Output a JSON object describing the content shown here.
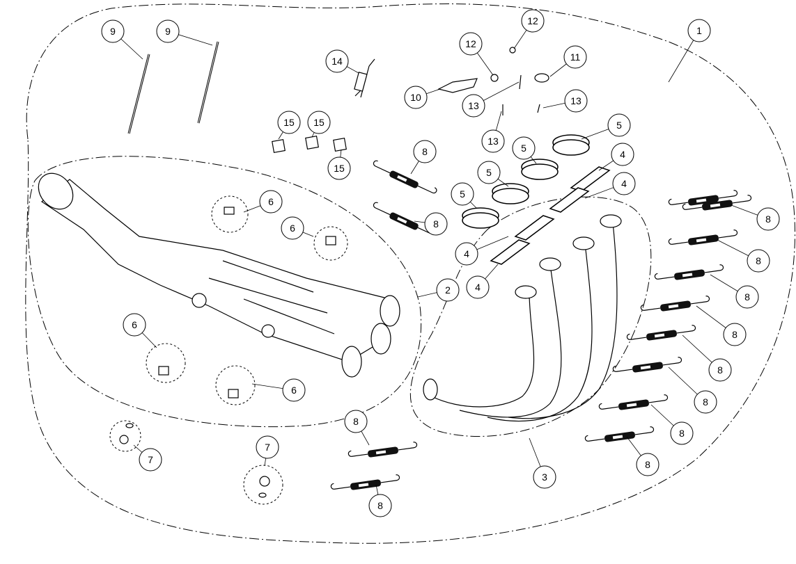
{
  "diagram": {
    "type": "exploded-parts-diagram",
    "callouts": [
      "9",
      "9",
      "12",
      "12",
      "1",
      "14",
      "11",
      "10",
      "13",
      "13",
      "13",
      "15",
      "15",
      "15",
      "5",
      "5",
      "5",
      "5",
      "4",
      "4",
      "8",
      "8",
      "6",
      "6",
      "4",
      "4",
      "2",
      "6",
      "6",
      "7",
      "7",
      "8",
      "8",
      "3",
      "8",
      "8",
      "8",
      "8",
      "8",
      "8",
      "8",
      "8"
    ]
  }
}
